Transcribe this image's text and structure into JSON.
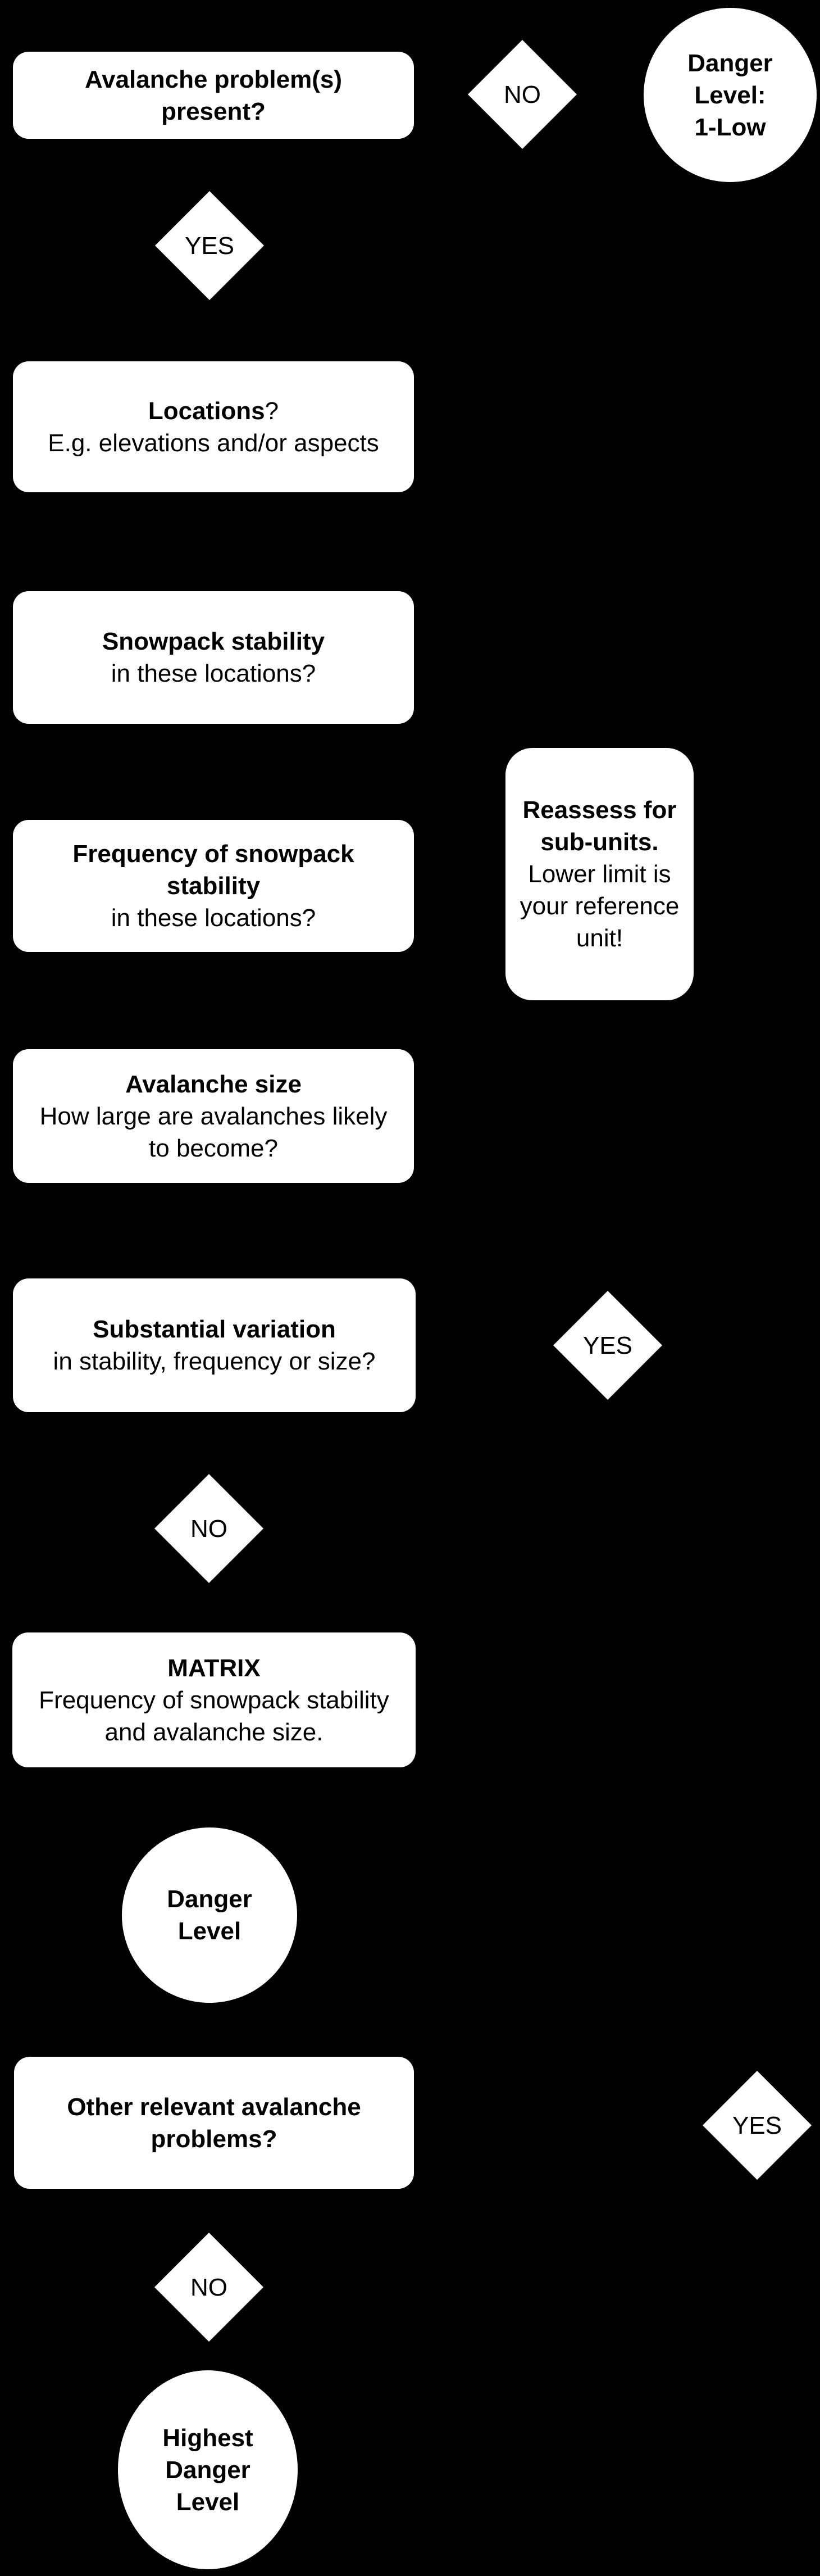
{
  "colors": {
    "background": "#000000",
    "shape_fill": "#ffffff",
    "text": "#000000"
  },
  "nodes": {
    "avalanche_problems": {
      "title_lines": [
        "Avalanche problem(s)",
        "present?"
      ]
    },
    "no_1": {
      "label": "NO"
    },
    "danger_level_1_low": {
      "title_lines": [
        "Danger",
        "Level:",
        "1-Low"
      ]
    },
    "yes_1": {
      "label": "YES"
    },
    "locations": {
      "title": "Locations",
      "title_suffix": "?",
      "subtitle_lines": [
        "E.g. elevations and/or aspects"
      ]
    },
    "snowpack_stability": {
      "title_lines": [
        "Snowpack stability"
      ],
      "subtitle_lines": [
        "in these locations?"
      ]
    },
    "frequency": {
      "title_lines": [
        "Frequency of snowpack",
        "stability"
      ],
      "subtitle_lines": [
        "in these locations?"
      ]
    },
    "reassess": {
      "title_lines": [
        "Reassess for",
        "sub-units."
      ],
      "subtitle_lines": [
        "Lower limit is",
        "your reference",
        "unit!"
      ]
    },
    "avalanche_size": {
      "title_lines": [
        "Avalanche size"
      ],
      "subtitle_lines": [
        "How large are avalanches likely",
        "to become?"
      ]
    },
    "substantial_variation": {
      "title_lines": [
        "Substantial variation"
      ],
      "subtitle_lines": [
        "in stability, frequency or size?"
      ]
    },
    "yes_2": {
      "label": "YES"
    },
    "no_2": {
      "label": "NO"
    },
    "matrix": {
      "title_lines": [
        "MATRIX"
      ],
      "subtitle_lines": [
        "Frequency of snowpack stability",
        "and avalanche size."
      ]
    },
    "danger_level": {
      "title_lines": [
        "Danger",
        "Level"
      ]
    },
    "other_problems": {
      "title_lines": [
        "Other relevant avalanche",
        "problems?"
      ]
    },
    "yes_3": {
      "label": "YES"
    },
    "no_3": {
      "label": "NO"
    },
    "highest_danger_level": {
      "title_lines": [
        "Highest",
        "Danger",
        "Level"
      ]
    }
  }
}
